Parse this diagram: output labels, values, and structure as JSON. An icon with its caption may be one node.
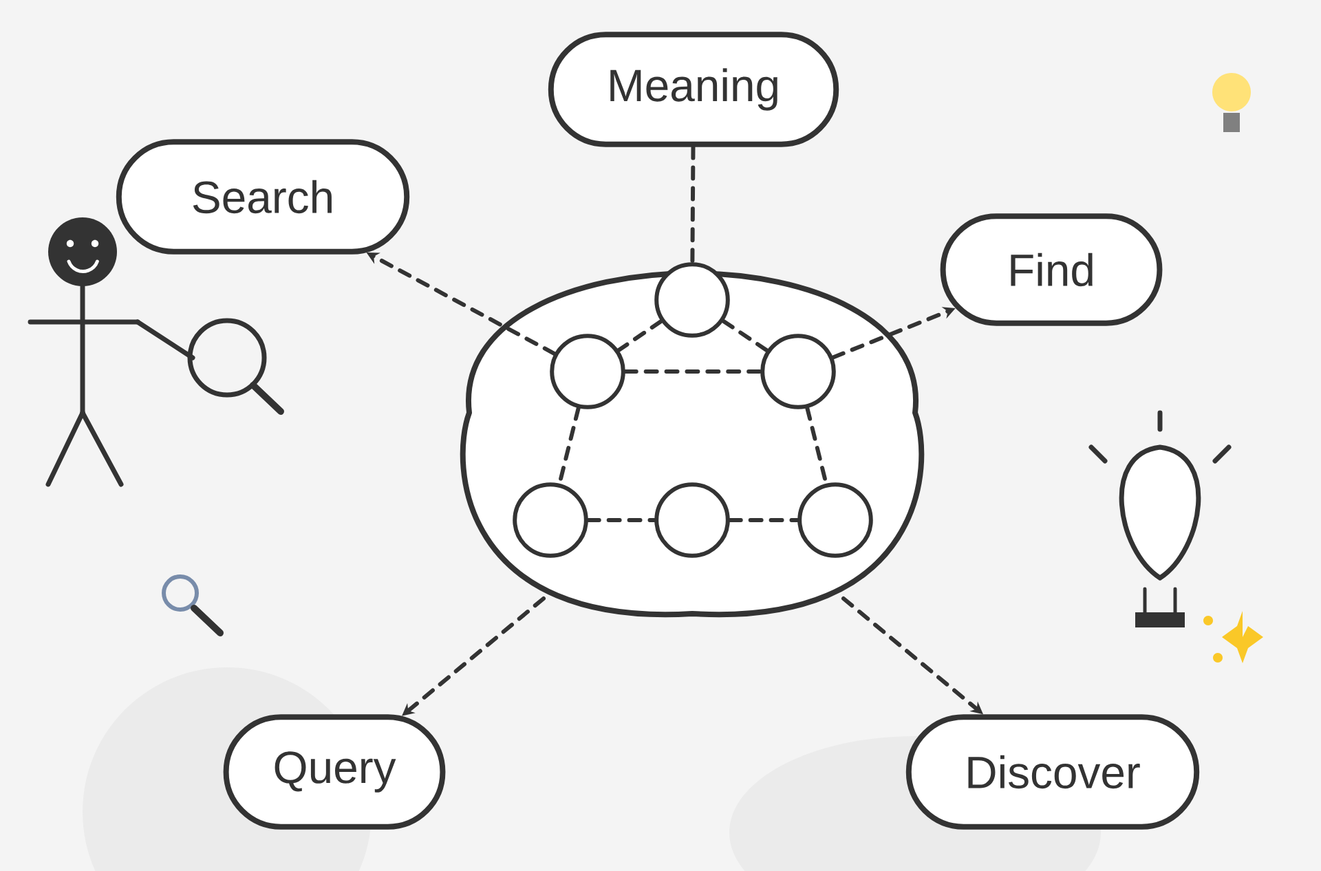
{
  "diagram": {
    "nodes": [
      {
        "text": [
          "Meaning"
        ]
      },
      {
        "text": [
          "Search"
        ]
      },
      {
        "text": [
          "Find"
        ]
      },
      {
        "text": [],
        "shape": "cloud"
      },
      {
        "text": [],
        "shape": "circle",
        "in": 3
      },
      {
        "text": [],
        "shape": "circle",
        "in": 3
      },
      {
        "text": [],
        "shape": "circle",
        "in": 3
      },
      {
        "text": [],
        "shape": "circle",
        "in": 3
      },
      {
        "text": [],
        "shape": "circle",
        "in": 3
      },
      {
        "text": [],
        "shape": "circle",
        "in": 3
      },
      {
        "text": [
          "Query"
        ]
      },
      {
        "text": [
          "Discover"
        ]
      }
    ],
    "edges": [
      {
        "from": 0,
        "to": 4,
        "arrow": "none",
        "style": "dashed"
      },
      {
        "from": 5,
        "to": 1,
        "arrow": "to",
        "style": "dashed"
      },
      {
        "from": 6,
        "to": 2,
        "arrow": "to",
        "style": "dashed"
      },
      {
        "from": 3,
        "to": 10,
        "arrow": "to",
        "style": "dashed"
      },
      {
        "from": 3,
        "to": 11,
        "arrow": "to",
        "style": "dashed"
      },
      {
        "from": 4,
        "to": 5,
        "arrow": "none",
        "style": "dashed"
      },
      {
        "from": 4,
        "to": 6,
        "arrow": "none",
        "style": "dashed"
      },
      {
        "from": 5,
        "to": 6,
        "arrow": "none",
        "style": "dashed"
      },
      {
        "from": 5,
        "to": 7,
        "arrow": "none",
        "style": "dashed"
      },
      {
        "from": 6,
        "to": 9,
        "arrow": "none",
        "style": "dashed"
      },
      {
        "from": 7,
        "to": 8,
        "arrow": "none",
        "style": "dashed"
      },
      {
        "from": 8,
        "to": 9,
        "arrow": "none",
        "style": "dashed"
      }
    ]
  }
}
